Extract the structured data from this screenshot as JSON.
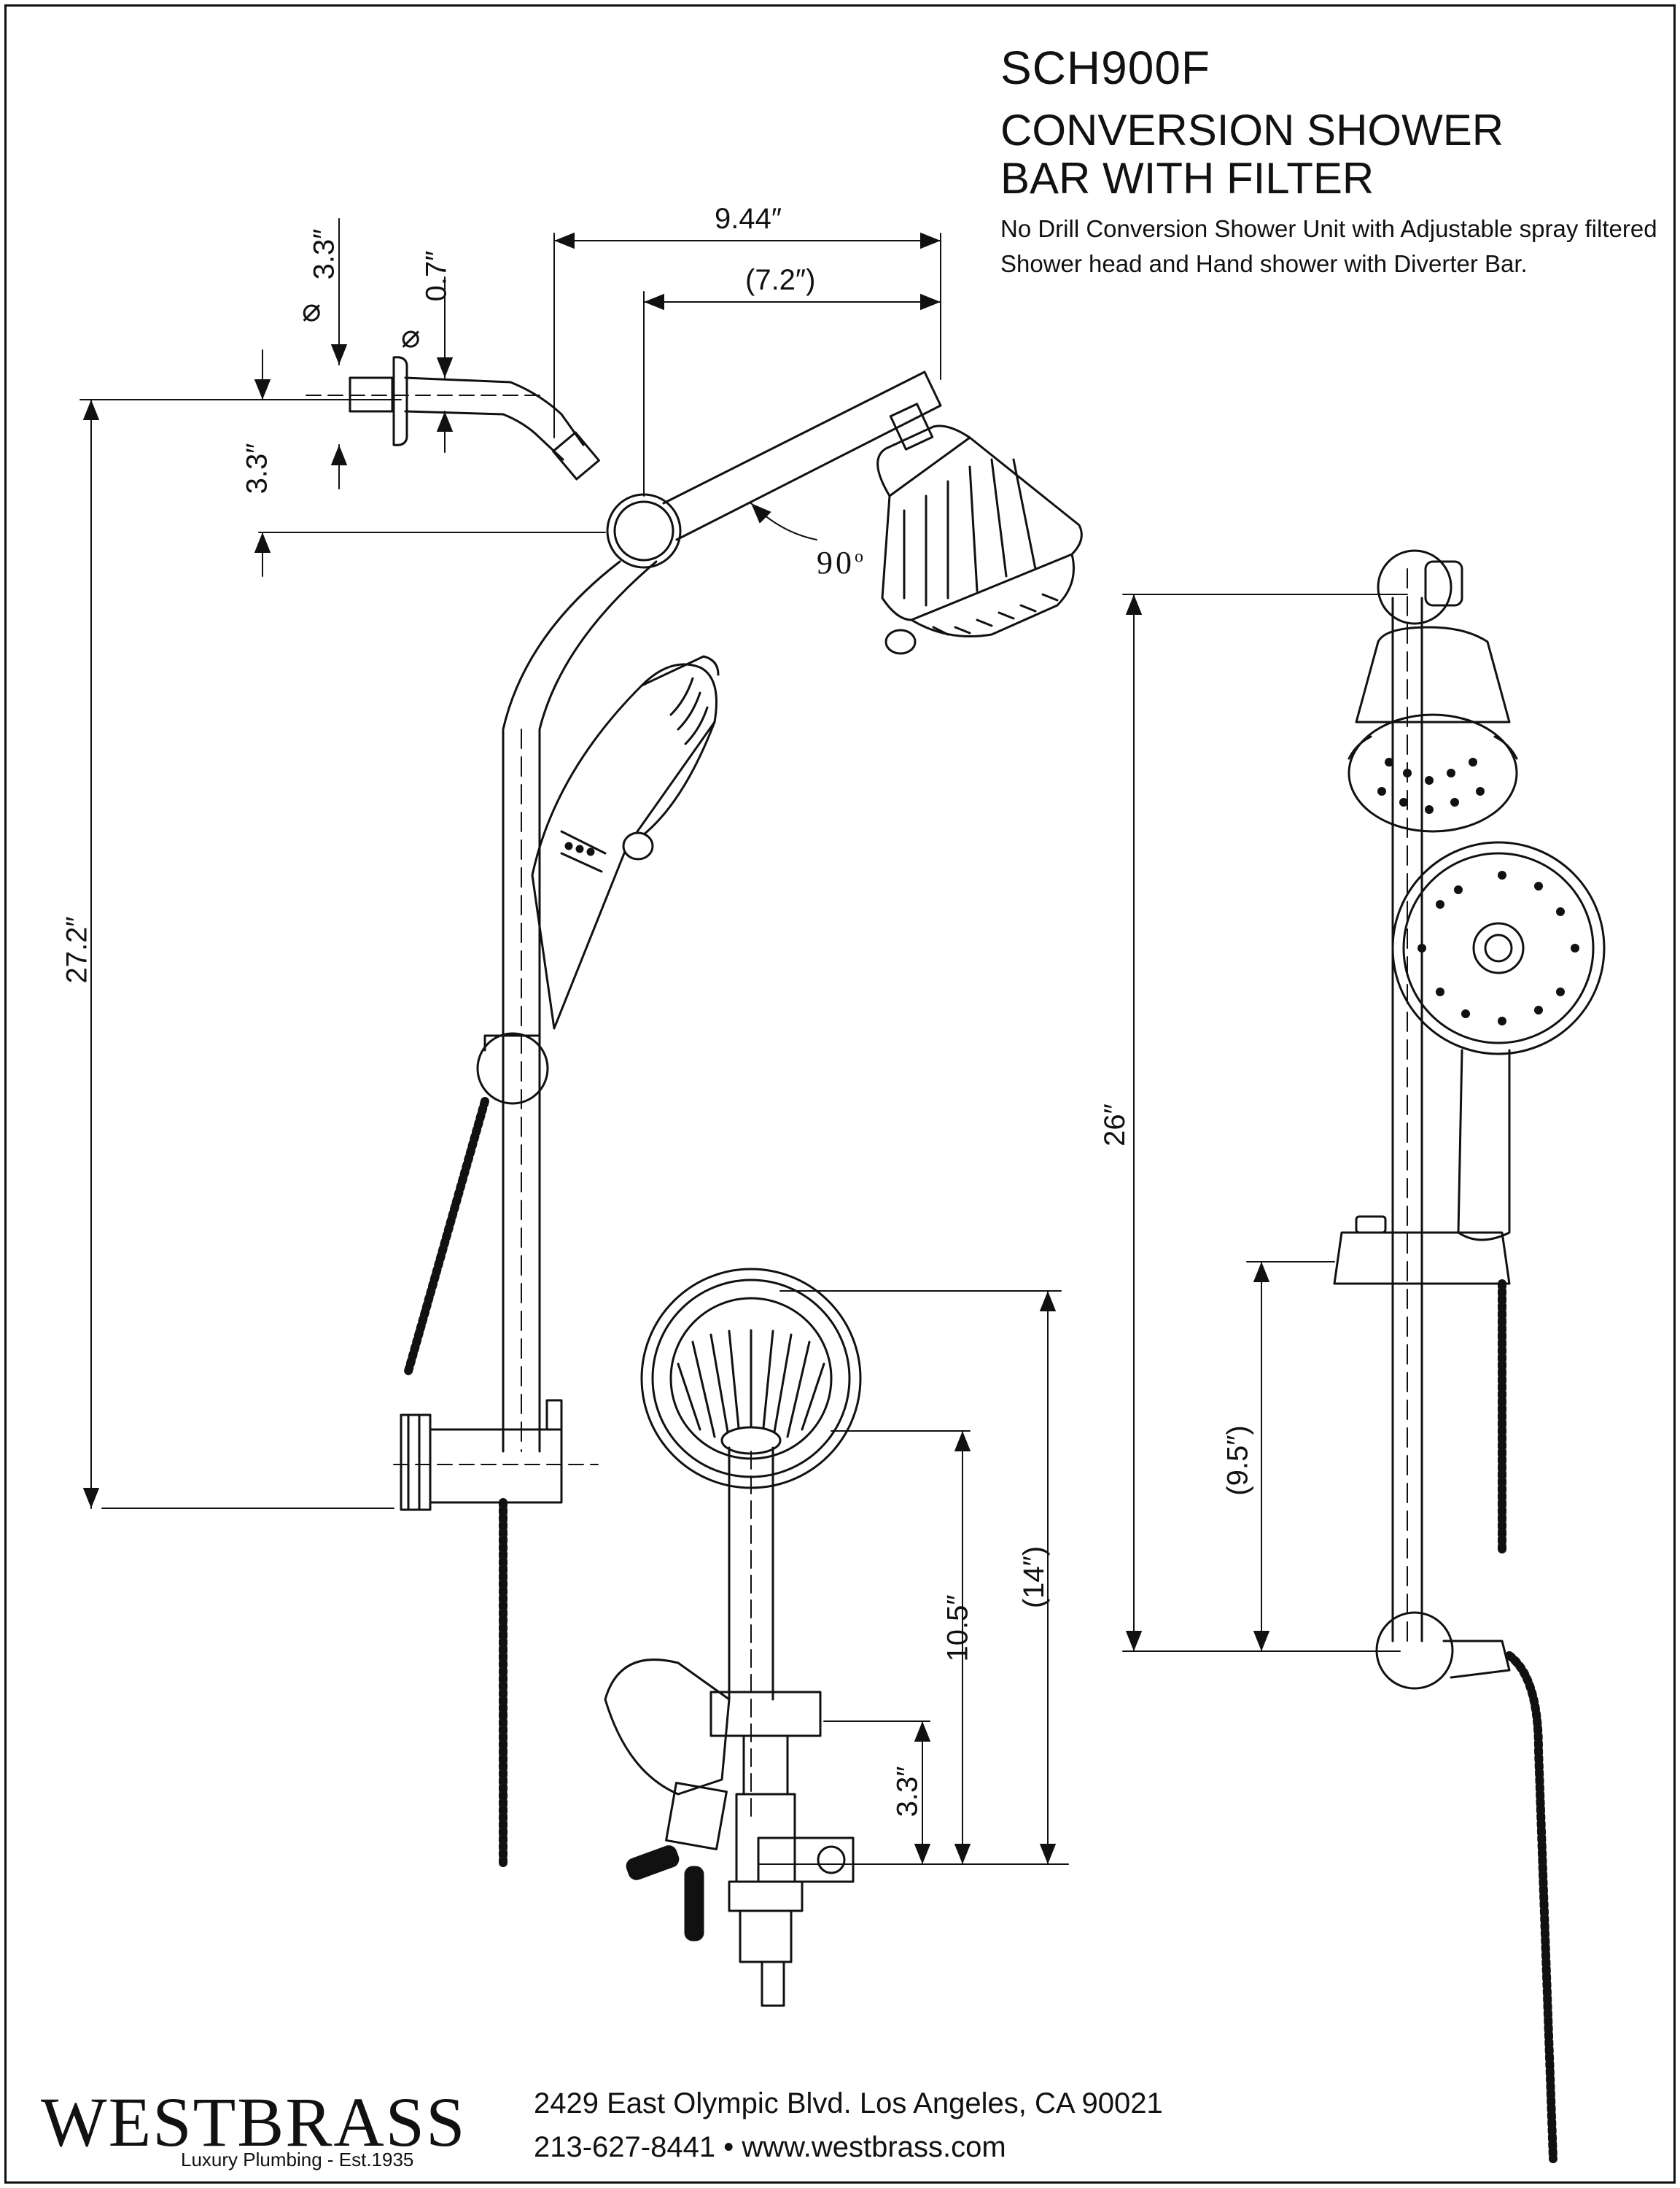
{
  "title": "SCH900F",
  "subtitle_line1": "CONVERSION SHOWER",
  "subtitle_line2": "BAR WITH FILTER",
  "description": "No Drill Conversion Shower Unit with Adjustable spray filtered Shower head and Hand shower with Diverter Bar.",
  "dimensions": {
    "arm_reach": "9.44″",
    "arm_reach_inner": "(7.2″)",
    "flange_diameter": "3.3″",
    "pipe_diameter": "0.7″",
    "arm_height": "3.3″",
    "arm_angle": "90",
    "overall_height": "27.2″",
    "bar_length": "26″",
    "slider_height": "(9.5″)",
    "side_total_height": "(14″)",
    "side_arm_height": "10.5″",
    "side_diverter_height": "3.3″"
  },
  "footer": {
    "brand": "WESTBRASS",
    "tagline": "Luxury Plumbing - Est.1935",
    "address": "2429 East Olympic Blvd. Los Angeles, CA  90021",
    "contact": "213-627-8441 • www.westbrass.com"
  }
}
